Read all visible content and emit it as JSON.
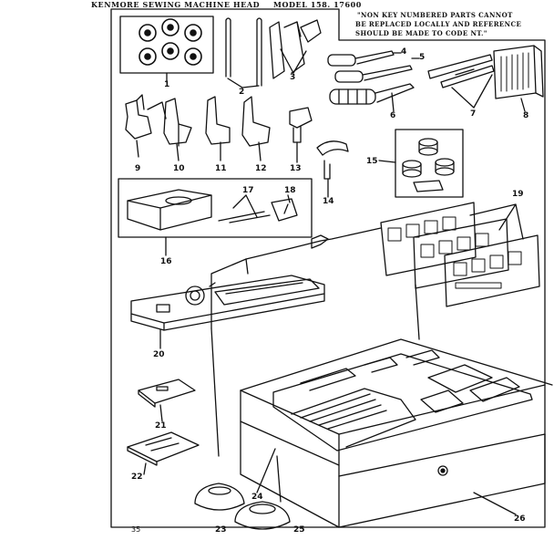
{
  "header": {
    "title": "KENMORE SEWING MACHINE HEAD",
    "model": "MODEL 158. 17600"
  },
  "note": {
    "lines": [
      "\"NON KEY NUMBERED PARTS CANNOT",
      "BE REPLACED LOCALLY AND REFERENCE",
      "SHOULD BE MADE TO CODE NT.\""
    ]
  },
  "part_labels": [
    "1",
    "2",
    "3",
    "4",
    "5",
    "6",
    "7",
    "8",
    "9",
    "10",
    "11",
    "12",
    "13",
    "14",
    "15",
    "16",
    "17",
    "18",
    "19",
    "20",
    "21",
    "22",
    "23",
    "24",
    "25",
    "26"
  ],
  "page_code": "35"
}
